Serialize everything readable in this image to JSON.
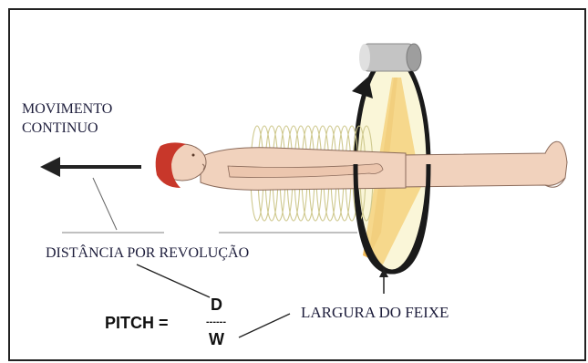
{
  "labels": {
    "movement_line1": "MOVIMENTO",
    "movement_line2": "CONTINUO",
    "distance": "DISTÂNCIA POR REVOLUÇÃO",
    "beam_width": "LARGURA DO FEIXE",
    "pitch": "PITCH =",
    "numerator": "D",
    "fraction_bar": "------",
    "denominator": "W"
  },
  "colors": {
    "frame": "#222222",
    "arrow": "#222222",
    "helix": "#d8d4a0",
    "ring": "#1a1a1a",
    "beam": "#f3b23a",
    "ring_fill": "#f6efb8",
    "skin": "#f1d2bd",
    "hair": "#c8372a",
    "tube": "#b8b8b8"
  }
}
